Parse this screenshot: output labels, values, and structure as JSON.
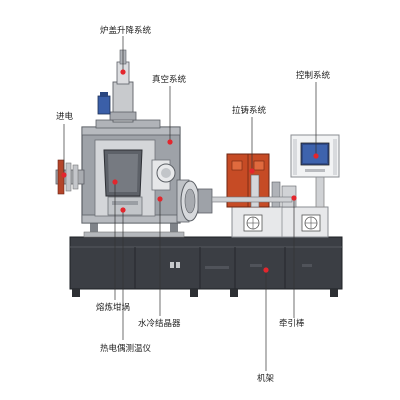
{
  "labels": {
    "lid_lift": "炉盖升降系统",
    "vacuum": "真空系统",
    "control": "控制系统",
    "power_in": "进电",
    "casting": "拉铸系统",
    "crucible": "熔炼坩埚",
    "crystallizer": "水冷结晶器",
    "thermocouple": "热电偶测温仪",
    "pull_rod": "牵引棒",
    "frame": "机架"
  },
  "colors": {
    "marker": "#e3262d",
    "leader": "#333333",
    "machine_dark": "#3b3e44",
    "chamber": "#9ea2a8",
    "casting_box": "#c64b25",
    "cabinet": "#e7e8ea"
  }
}
